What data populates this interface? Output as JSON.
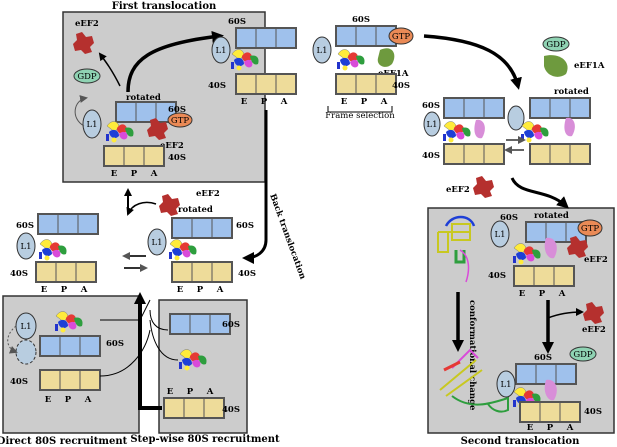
{
  "titles": {
    "first_translocation": "First translocation",
    "frame_selection": "Frame selection",
    "second_translocation": "Second translocation",
    "direct": "Direct 80S recruitment",
    "stepwise": "Step-wise 80S recruitment",
    "back_translocation": "Back translocation",
    "conformational_change": "conformational change"
  },
  "labels": {
    "s60": "60S",
    "s40": "40S",
    "rotated": "rotated",
    "l1": "L1",
    "eef2": "eEF2",
    "eef1a": "eEF1A",
    "gtp": "GTP",
    "gdp": "GDP",
    "site_e": "E",
    "site_p": "P",
    "site_a": "A"
  },
  "colors": {
    "box_bg": "#cccccc",
    "subunit_60s": "#9fc1ec",
    "subunit_40s": "#eedc9a",
    "l1_stalk": "#b8cde0",
    "gtp": "#ea8a56",
    "gdp": "#8fd3b3",
    "eef2": "#b5302e",
    "eef1a": "#6e9a3e"
  }
}
